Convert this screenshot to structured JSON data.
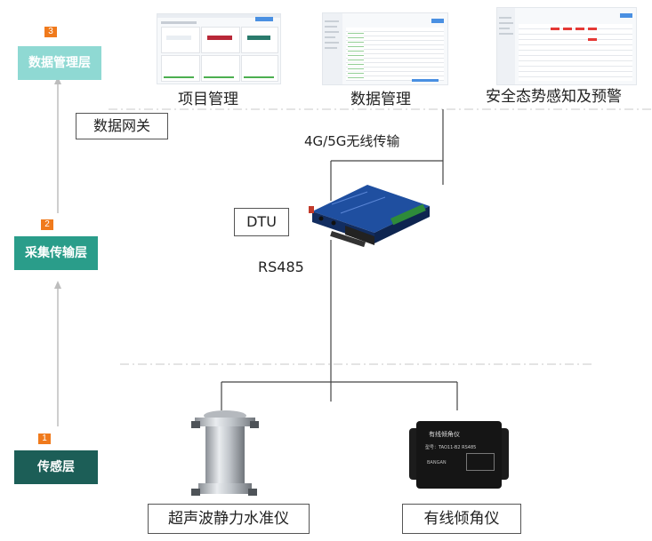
{
  "layers": [
    {
      "badge": "3",
      "label": "数据管理层",
      "color": "#8fd9d3"
    },
    {
      "badge": "2",
      "label": "采集传输层",
      "color": "#2a9d8a"
    },
    {
      "badge": "1",
      "label": "传感层",
      "color": "#1c5e57"
    }
  ],
  "badge_color": "#f07a1c",
  "gateway_label": "数据网关",
  "apps": [
    {
      "caption": "项目管理"
    },
    {
      "caption": "数据管理"
    },
    {
      "caption": "安全态势感知及预警"
    }
  ],
  "link_wireless": "4G/5G无线传输",
  "dtu_label": "DTU",
  "bus_label": "RS485",
  "sensors": [
    {
      "caption": "超声波静力水准仪"
    },
    {
      "caption": "有线倾角仪"
    }
  ],
  "tilt_device_text": {
    "title": "有线倾角仪",
    "model": "型号：TAO11-B2 RS485",
    "brand": "BANGAN"
  },
  "icons": [
    "arrow-up-icon",
    "dtu-device-icon",
    "hydrostatic-level-sensor-icon",
    "inclinometer-sensor-icon"
  ]
}
